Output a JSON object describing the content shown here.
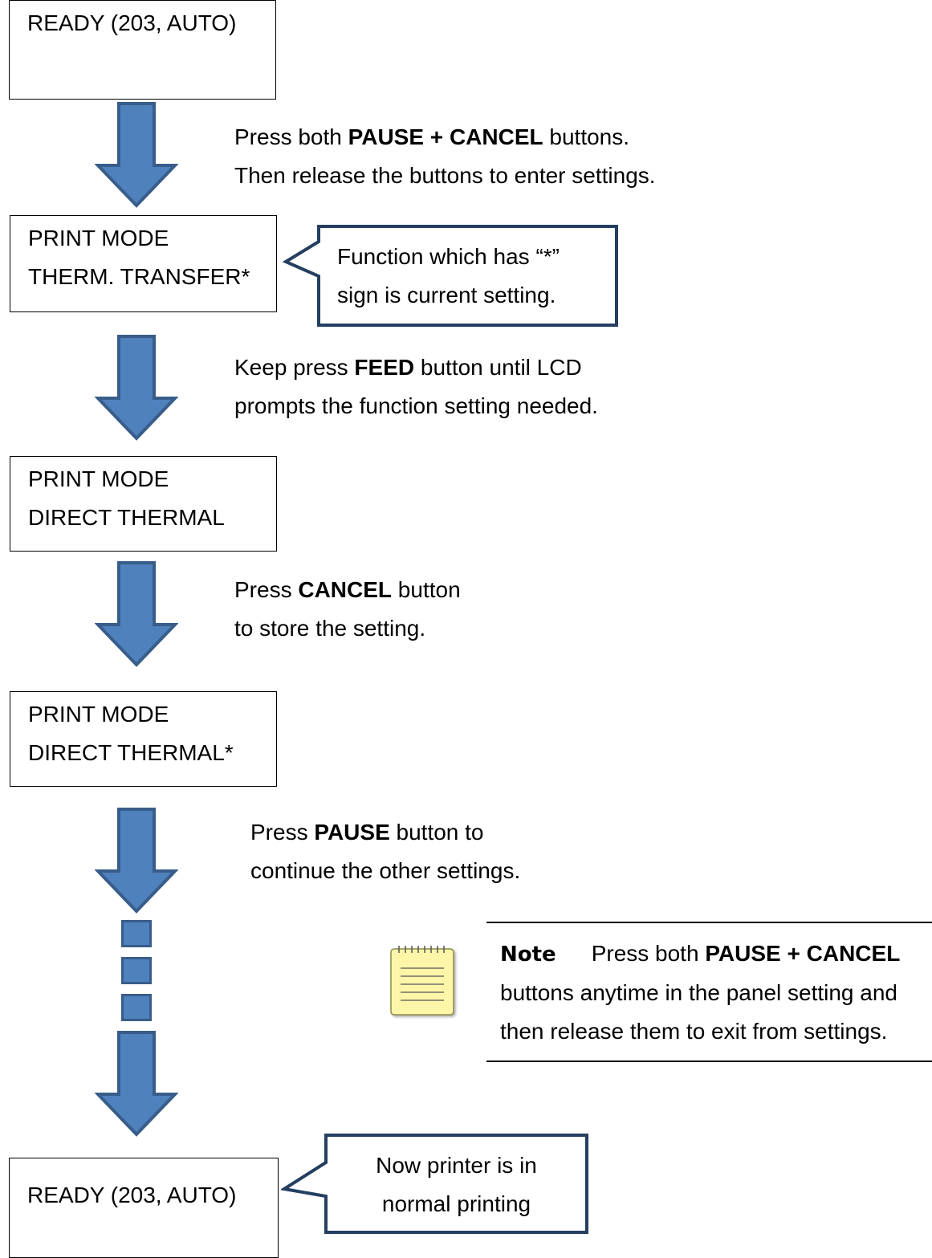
{
  "steps": [
    {
      "lines": [
        "READY (203, AUTO)"
      ]
    },
    {
      "lines": [
        "PRINT MODE",
        "THERM. TRANSFER*"
      ]
    },
    {
      "lines": [
        "PRINT MODE",
        "DIRECT THERMAL"
      ]
    },
    {
      "lines": [
        "PRINT MODE",
        "DIRECT THERMAL*"
      ]
    },
    {
      "lines": [
        "READY (203, AUTO)"
      ]
    }
  ],
  "instructions": [
    {
      "line1_pre": "Press both ",
      "line1_bold": "PAUSE + CANCEL",
      "line1_post": " buttons.",
      "line2": "Then release the buttons to enter settings."
    },
    {
      "line1_pre": "Keep press ",
      "line1_bold": "FEED",
      "line1_post": " button until LCD",
      "line2": "prompts the function setting needed."
    },
    {
      "line1_pre": "Press ",
      "line1_bold": "CANCEL",
      "line1_post": " button",
      "line2": "to store the setting."
    },
    {
      "line1_pre": "Press ",
      "line1_bold": "PAUSE",
      "line1_post": " button to",
      "line2": "continue the other settings."
    }
  ],
  "callouts": [
    {
      "line1": "Function which has “*”",
      "line2": "sign is current setting."
    },
    {
      "line1": "Now printer is in",
      "line2": "normal printing"
    }
  ],
  "note": {
    "label": "Note",
    "line1_pre": "Press both ",
    "line1_bold": "PAUSE + CANCEL",
    "line2": "buttons anytime in the panel setting and",
    "line3": "then release them to exit from settings."
  },
  "colors": {
    "arrow_fill": "#4f81bd",
    "arrow_stroke": "#385d8a",
    "callout_border": "#243f60",
    "note_icon": "#fdf6a8"
  },
  "icons": {
    "flow_arrow": "down-arrow-icon",
    "note": "notepad-icon"
  }
}
